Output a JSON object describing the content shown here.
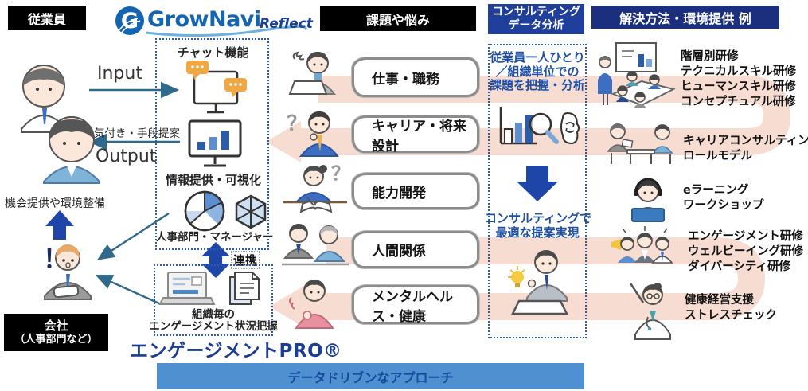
{
  "header": {
    "employee_label": "従業員",
    "issues_label": "課題や悩み",
    "consulting_label_l1": "コンサルティング",
    "consulting_label_l2": "データ分析",
    "solutions_label": "解決方法・環境提供 例"
  },
  "logo": {
    "mark": "G",
    "wordmark": "GrowNavi",
    "sub": "Reflect"
  },
  "left": {
    "input": "Input",
    "awareness": "気付き・手段提案",
    "output": "Output",
    "opportunity": "機会提供や環境整備",
    "company_l1": "会社",
    "company_l2": "（人事部門など）"
  },
  "glyphs": {
    "question": "？",
    "exclamation": "！"
  },
  "grownavi_box": {
    "chat_title": "チャット機能",
    "info_title": "情報提供・可視化",
    "audience": "人事部門・マネージャー"
  },
  "link_label": "連携",
  "engagement_box": {
    "l1": "組織毎の",
    "l2": "エンゲージメント状況把握"
  },
  "product_name": "エンゲージメントPRO®",
  "banner": "データドリブンなアプローチ",
  "issues": [
    "仕事・職務",
    "キャリア・将来設計",
    "能力開発",
    "人間関係",
    "メンタルヘルス・健康"
  ],
  "consulting": {
    "analyze_l1": "従業員一人ひとり",
    "analyze_l2": "／組織単位での",
    "analyze_l3": "課題を把握・分析",
    "propose_l1": "コンサルティングで",
    "propose_l2": "最適な提案実現"
  },
  "solutions": [
    {
      "lines": [
        "階層別研修",
        "テクニカルスキル研修",
        "ヒューマンスキル研修",
        "コンセプチュアル研修"
      ]
    },
    {
      "lines": [
        "キャリアコンサルティング",
        "ロールモデル"
      ]
    },
    {
      "lines": [
        "eラーニング",
        "ワークショップ"
      ]
    },
    {
      "lines": [
        "エンゲージメント研修",
        "ウェルビーイング研修",
        "ダイバーシティ研修"
      ]
    },
    {
      "lines": [
        "健康経営支援",
        "ストレスチェック"
      ]
    }
  ],
  "colors": {
    "label_black": "#000000",
    "label_blue": "#203f9b",
    "label_navy": "#1c2f7e",
    "accent_blue": "#1d46a8",
    "consult_text_blue": "#1e4fa3",
    "banner_bg": "#4e90d0",
    "banner_text": "#174a9e",
    "salmon_arrow": "#f7dcd2",
    "teal_arrow": "#2f6a8d",
    "logo_blue": "#1464b4",
    "pro_navy": "#1c3e92"
  }
}
